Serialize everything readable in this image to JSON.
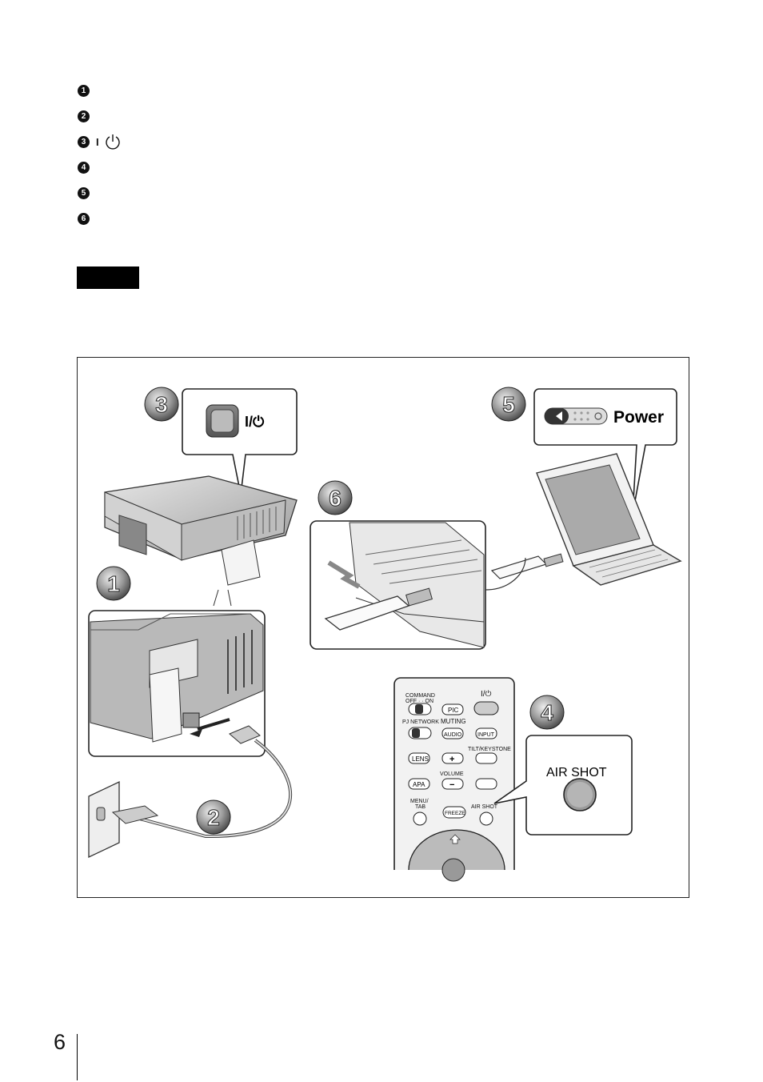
{
  "steps": [
    {
      "num": "1",
      "extra": ""
    },
    {
      "num": "2",
      "extra": ""
    },
    {
      "num": "3",
      "extra": "I"
    },
    {
      "num": "4",
      "extra": ""
    },
    {
      "num": "5",
      "extra": ""
    },
    {
      "num": "6",
      "extra": ""
    }
  ],
  "figure": {
    "callouts": [
      "3",
      "5",
      "6",
      "1",
      "2",
      "4"
    ],
    "power_symbol": "I/⏻",
    "laptop_power_label": "Power",
    "air_shot_label": "AIR SHOT",
    "remote": {
      "command": "COMMAND",
      "off_on": "OFF · · ON",
      "pic": "PIC",
      "power": "I/⏻",
      "pj_network": "PJ NETWORK",
      "muting": "MUTING",
      "audio": "AUDIO",
      "input": "INPUT",
      "tilt_keystone": "TILT/KEYSTONE",
      "lens": "LENS",
      "plus": "+",
      "volume": "VOLUME",
      "apa": "APA",
      "minus": "−",
      "menu": "MENU/",
      "tab": "TAB",
      "freeze": "FREEZE",
      "air_shot": "AIR SHOT"
    }
  },
  "page_number": "6"
}
